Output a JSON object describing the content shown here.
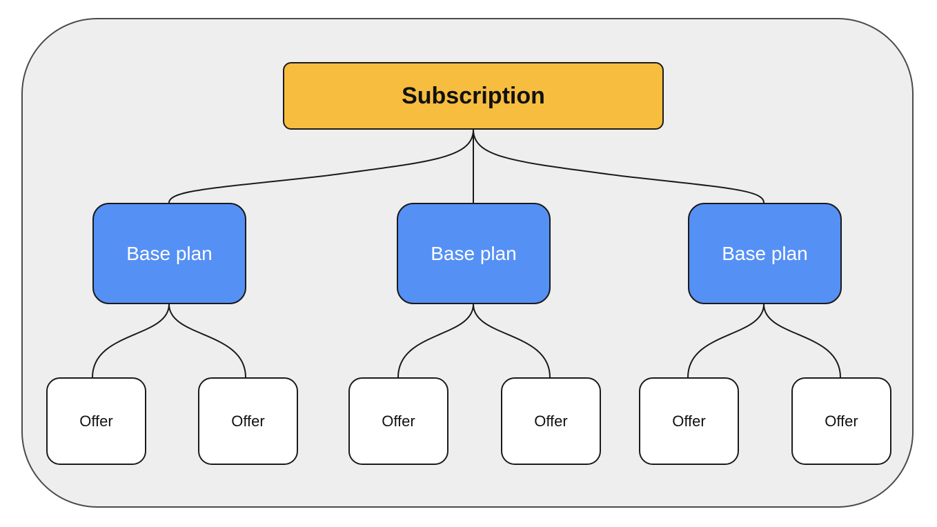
{
  "diagram": {
    "root": {
      "label": "Subscription",
      "color": "#f6bd3f"
    },
    "base_plans": [
      {
        "label": "Base plan",
        "offers": [
          {
            "label": "Offer"
          },
          {
            "label": "Offer"
          }
        ]
      },
      {
        "label": "Base plan",
        "offers": [
          {
            "label": "Offer"
          },
          {
            "label": "Offer"
          }
        ]
      },
      {
        "label": "Base plan",
        "offers": [
          {
            "label": "Offer"
          },
          {
            "label": "Offer"
          }
        ]
      }
    ],
    "colors": {
      "base_plan": "#5590f5",
      "offer": "#ffffff",
      "frame_background": "#eeeeee",
      "stroke": "#1a1a1a"
    }
  }
}
